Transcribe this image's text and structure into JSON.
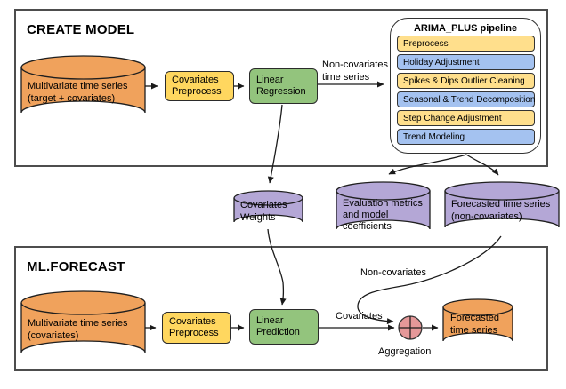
{
  "create_model": {
    "title": "CREATE MODEL",
    "input_cylinder": "Multivariate time series\n(target + covariates)",
    "covariates_preprocess": "Covariates\nPreprocess",
    "linear_regression": "Linear\nRegression",
    "non_covariates_label": "Non-covariates\ntime series",
    "pipeline": {
      "title": "ARIMA_PLUS pipeline",
      "steps": [
        {
          "label": "Preprocess",
          "color": "pipeline_yellow"
        },
        {
          "label": "Holiday Adjustment",
          "color": "blue"
        },
        {
          "label": "Spikes & Dips Outlier Cleaning",
          "color": "pipeline_yellow"
        },
        {
          "label": "Seasonal & Trend Decomposition",
          "color": "blue"
        },
        {
          "label": "Step Change Adjustment",
          "color": "pipeline_yellow"
        },
        {
          "label": "Trend Modeling",
          "color": "blue"
        }
      ]
    }
  },
  "middle": {
    "covariates_weights": "Covariates\nWeights",
    "evaluation_metrics": "Evaluation metrics\nand model\ncoefficients",
    "forecasted_non_covariates": "Forecasted time series\n(non-covariates)"
  },
  "ml_forecast": {
    "title": "ML.FORECAST",
    "input_cylinder": "Multivariate time series\n(covariates)",
    "covariates_preprocess": "Covariates\nPreprocess",
    "linear_prediction": "Linear\nPrediction",
    "covariates_label": "Covariates",
    "non_covariates_label": "Non-covariates",
    "aggregation_label": "Aggregation",
    "output_cylinder": "Forecasted\ntime series"
  },
  "colors": {
    "orange": "#F0A25C",
    "yellow": "#FFD75F",
    "pipeline_yellow": "#FFDF8C",
    "blue": "#A4C2F0",
    "green": "#93C47D",
    "purple": "#B4A7D6",
    "red": "#E59899"
  }
}
